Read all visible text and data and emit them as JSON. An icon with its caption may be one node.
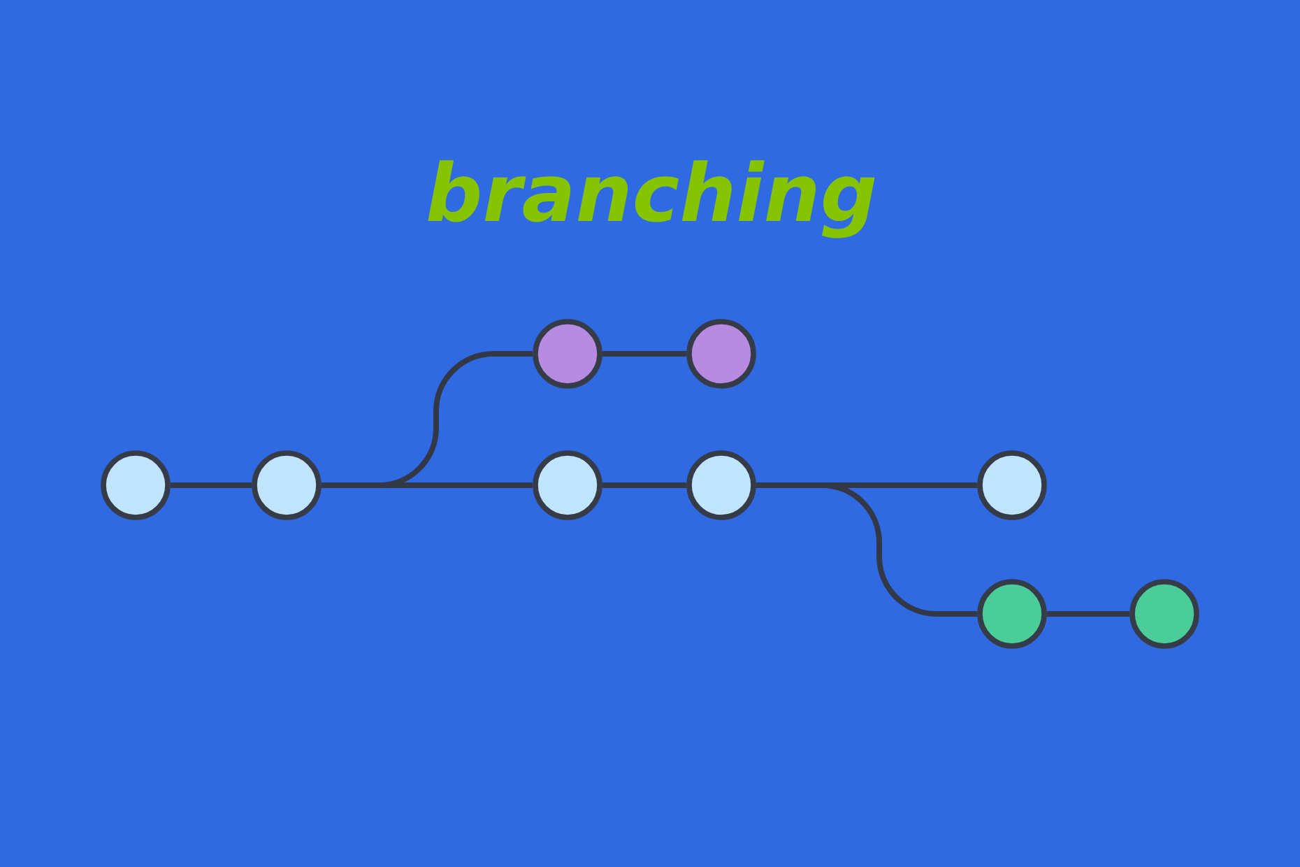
{
  "diagram": {
    "title": "branching",
    "nodes": [
      {
        "text": [],
        "shape": "circle"
      },
      {
        "text": [],
        "shape": "circle"
      },
      {
        "text": [],
        "shape": "circle"
      },
      {
        "text": [],
        "shape": "circle"
      },
      {
        "text": [],
        "shape": "circle"
      },
      {
        "text": [],
        "shape": "circle"
      },
      {
        "text": [],
        "shape": "circle"
      },
      {
        "text": [],
        "shape": "circle"
      },
      {
        "text": [],
        "shape": "circle"
      }
    ],
    "edges": [
      {
        "from": 2,
        "to": 3,
        "arrow": "none"
      },
      {
        "from": 3,
        "to": 4,
        "arrow": "none"
      },
      {
        "from": 4,
        "to": 5,
        "arrow": "none"
      },
      {
        "from": 5,
        "to": 6,
        "arrow": "none"
      },
      {
        "from": 3,
        "to": 0,
        "arrow": "none"
      },
      {
        "from": 0,
        "to": 1,
        "arrow": "none"
      },
      {
        "from": 5,
        "to": 7,
        "arrow": "none"
      },
      {
        "from": 7,
        "to": 8,
        "arrow": "none"
      }
    ]
  }
}
